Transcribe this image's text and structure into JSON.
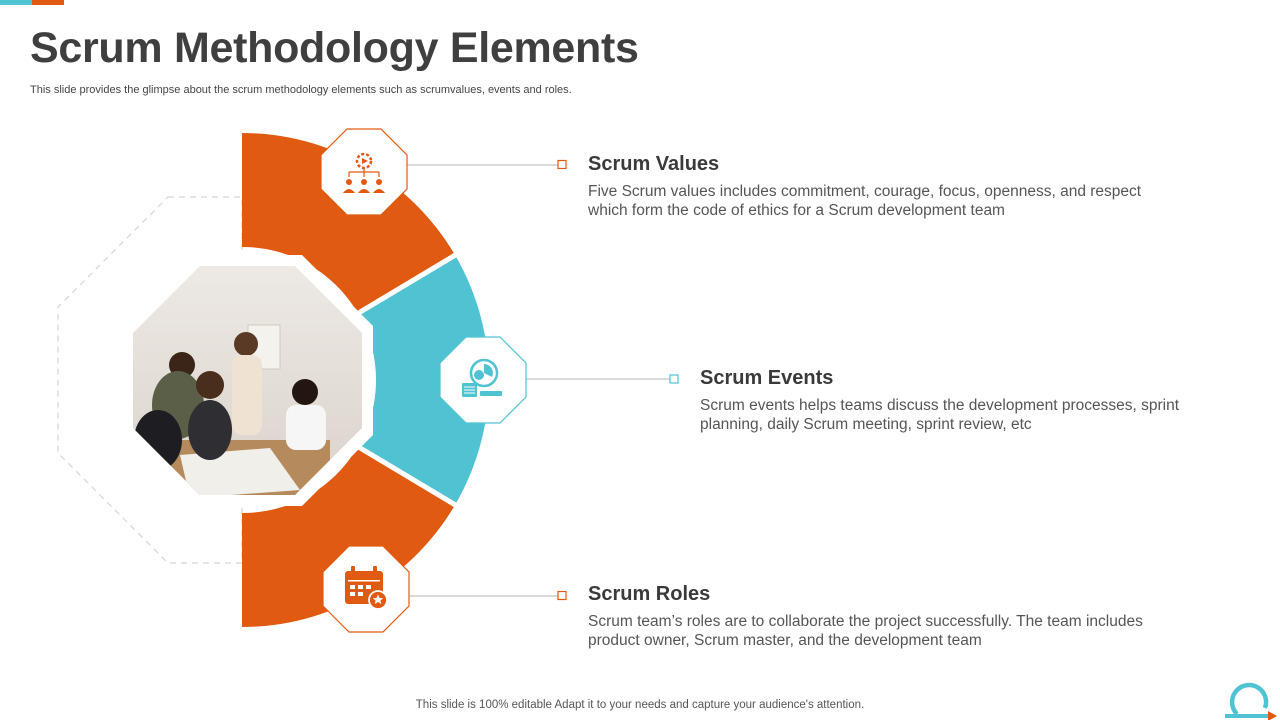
{
  "slide": {
    "title": "Scrum Methodology Elements",
    "subtitle": "This slide provides the glimpse about the scrum methodology elements such as scrumvalues, events and roles.",
    "footer": "This slide is 100% editable Adapt it to your needs and capture your audience's attention."
  },
  "elements": [
    {
      "title": "Scrum Values",
      "description": "Five Scrum values includes commitment, courage, focus, openness, and respect which form the code of ethics for a Scrum development team",
      "icon": "team-gear-icon",
      "color": "#e05a12"
    },
    {
      "title": "Scrum Events",
      "description": "Scrum events helps teams discuss the development processes, sprint planning, daily Scrum meeting, sprint review, etc",
      "icon": "presentation-chart-icon",
      "color": "#4fc3d2"
    },
    {
      "title": "Scrum Roles",
      "description": "Scrum team’s roles are to collaborate the project successfully. The team includes product owner, Scrum master, and the development team",
      "icon": "calendar-star-icon",
      "color": "#e05a12"
    }
  ],
  "theme": {
    "accent_orange": "#e05a12",
    "accent_teal": "#4fc3d2",
    "text_dark": "#3a3a3a"
  }
}
